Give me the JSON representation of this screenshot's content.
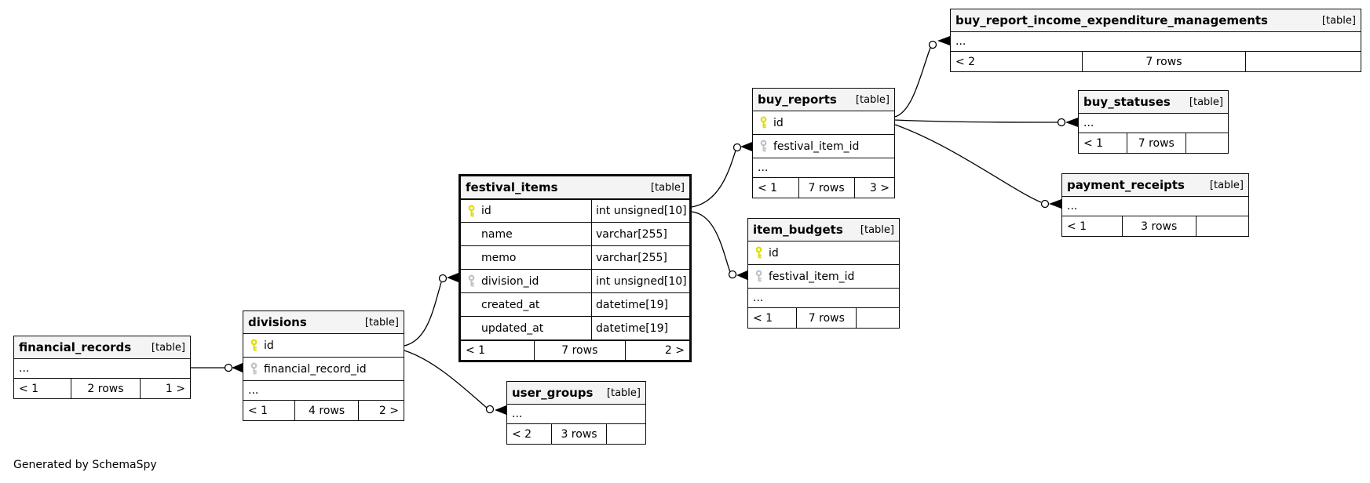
{
  "generator_note": "Generated by SchemaSpy",
  "table_tag": "[table]",
  "ellipsis": "...",
  "colors": {
    "header_bg": "#f4f4f4",
    "border": "#000000",
    "primary_key": "#dede00",
    "foreign_key": "#c2c2c2"
  },
  "tables": {
    "financial_records": {
      "title": "financial_records",
      "footer": {
        "prev": "< 1",
        "rows": "2 rows",
        "next": "1 >"
      }
    },
    "divisions": {
      "title": "divisions",
      "columns": [
        {
          "name": "id",
          "key": "primary"
        },
        {
          "name": "financial_record_id",
          "key": "foreign"
        }
      ],
      "footer": {
        "prev": "< 1",
        "rows": "4 rows",
        "next": "2 >"
      }
    },
    "festival_items": {
      "title": "festival_items",
      "columns": [
        {
          "name": "id",
          "type": "int unsigned[10]",
          "key": "primary"
        },
        {
          "name": "name",
          "type": "varchar[255]"
        },
        {
          "name": "memo",
          "type": "varchar[255]"
        },
        {
          "name": "division_id",
          "type": "int unsigned[10]",
          "key": "foreign"
        },
        {
          "name": "created_at",
          "type": "datetime[19]"
        },
        {
          "name": "updated_at",
          "type": "datetime[19]"
        }
      ],
      "footer": {
        "prev": "< 1",
        "rows": "7 rows",
        "next": "2 >"
      }
    },
    "user_groups": {
      "title": "user_groups",
      "footer": {
        "prev": "< 2",
        "rows": "3 rows",
        "next": ""
      }
    },
    "buy_reports": {
      "title": "buy_reports",
      "columns": [
        {
          "name": "id",
          "key": "primary"
        },
        {
          "name": "festival_item_id",
          "key": "foreign"
        }
      ],
      "footer": {
        "prev": "< 1",
        "rows": "7 rows",
        "next": "3 >"
      }
    },
    "item_budgets": {
      "title": "item_budgets",
      "columns": [
        {
          "name": "id",
          "key": "primary"
        },
        {
          "name": "festival_item_id",
          "key": "foreign"
        }
      ],
      "footer": {
        "prev": "< 1",
        "rows": "7 rows",
        "next": ""
      }
    },
    "buy_report_income_expenditure_managements": {
      "title": "buy_report_income_expenditure_managements",
      "footer": {
        "prev": "< 2",
        "rows": "7 rows",
        "next": ""
      }
    },
    "buy_statuses": {
      "title": "buy_statuses",
      "footer": {
        "prev": "< 1",
        "rows": "7 rows",
        "next": ""
      }
    },
    "payment_receipts": {
      "title": "payment_receipts",
      "footer": {
        "prev": "< 1",
        "rows": "3 rows",
        "next": ""
      }
    }
  },
  "relationships": [
    {
      "from": "financial_records",
      "to": "divisions.financial_record_id"
    },
    {
      "from": "divisions.id",
      "to": "festival_items.division_id"
    },
    {
      "from": "divisions.id",
      "to": "user_groups"
    },
    {
      "from": "festival_items.id",
      "to": "buy_reports.festival_item_id"
    },
    {
      "from": "festival_items.id",
      "to": "item_budgets.festival_item_id"
    },
    {
      "from": "buy_reports.id",
      "to": "buy_report_income_expenditure_managements"
    },
    {
      "from": "buy_reports.id",
      "to": "buy_statuses"
    },
    {
      "from": "buy_reports.id",
      "to": "payment_receipts"
    }
  ]
}
